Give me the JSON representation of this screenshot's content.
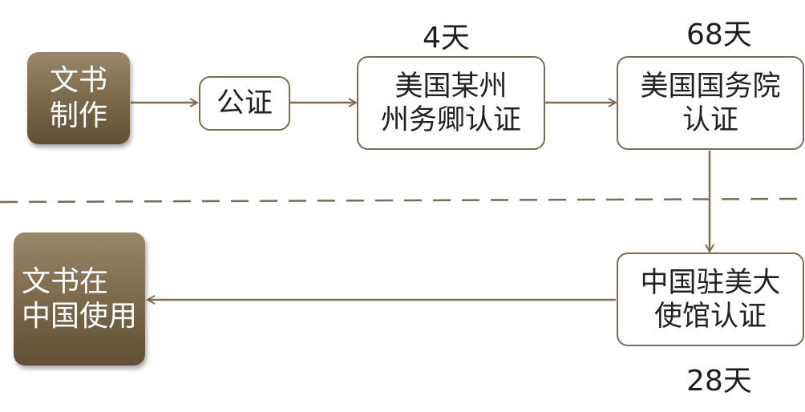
{
  "nodes": {
    "doc_make": "文书\n制作",
    "notary": "公证",
    "state_cert": "美国某州\n州务卿认证",
    "dos_cert": "美国国务院\n认证",
    "embassy_cert": "中国驻美大\n使馆认证",
    "use_in_china": "文书在\n中国使用"
  },
  "durations": {
    "state_cert": "4天",
    "dos_cert": "68天",
    "embassy_cert": "28天"
  },
  "colors": {
    "line": "#7d6b55",
    "dark_box": "#7a6648",
    "dashed_divider": "#7a6a58"
  }
}
